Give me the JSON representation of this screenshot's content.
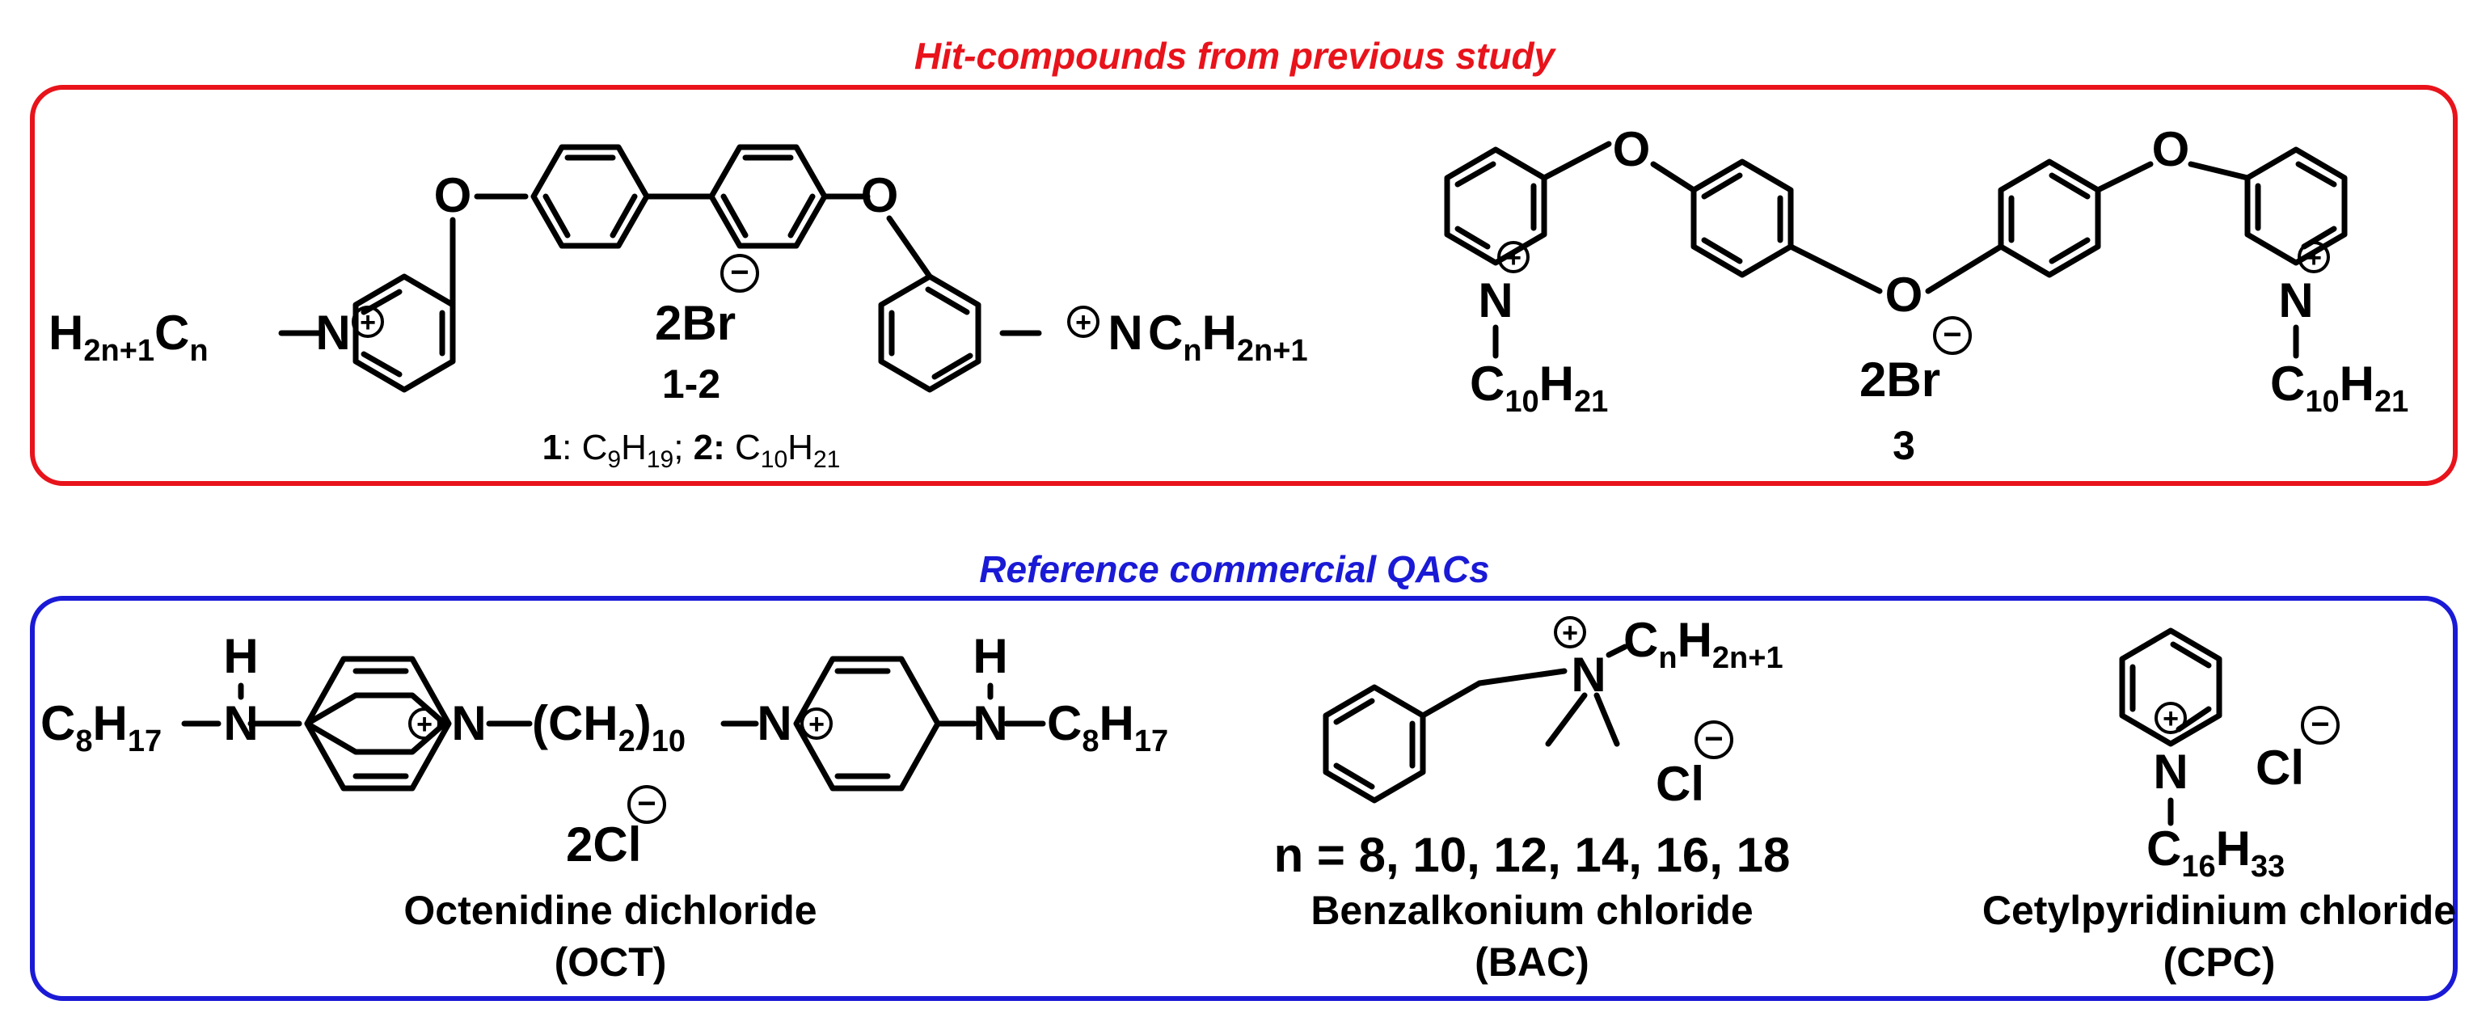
{
  "colors": {
    "section1": "#e8131b",
    "section2": "#1a1ad6",
    "ink": "#000000"
  },
  "section1": {
    "title": "Hit-compounds from previous study",
    "compound_12": {
      "label": "1-2",
      "counterion": "2Br",
      "left_chain": {
        "main": "H",
        "sub1": "2n+1",
        "mid": "C",
        "sub2": "n"
      },
      "right_chain": {
        "main": "C",
        "sub1": "n",
        "mid": "H",
        "sub2": "2n+1"
      },
      "caption": {
        "k1": "1",
        "t1": ": C",
        "s1": "9",
        "t2": "H",
        "s2": "19",
        "t3": "; ",
        "k2": "2:",
        "t4": " C",
        "s3": "10",
        "t5": "H",
        "s4": "21"
      }
    },
    "compound_3": {
      "label": "3",
      "counterion": "2Br",
      "chain": {
        "main": "C",
        "sub1": "10",
        "mid": "H",
        "sub2": "21"
      }
    }
  },
  "section2": {
    "title": "Reference commercial QACs",
    "oct": {
      "name": "Octenidine dichloride",
      "abbr": "(OCT)",
      "counterion": "2Cl",
      "alkyl": {
        "main": "C",
        "sub1": "8",
        "mid": "H",
        "sub2": "17"
      },
      "linker": {
        "open": "(CH",
        "sub1": "2",
        "close": ")",
        "sub2": "10"
      }
    },
    "bac": {
      "name": "Benzalkonium chloride",
      "abbr": "(BAC)",
      "counterion": "Cl",
      "n_values": "n = 8, 10, 12, 14, 16, 18",
      "chain": {
        "main": "C",
        "sub1": "n",
        "mid": "H",
        "sub2": "2n+1"
      }
    },
    "cpc": {
      "name": "Cetylpyridinium chloride",
      "abbr": "(CPC)",
      "counterion": "Cl",
      "chain": {
        "main": "C",
        "sub1": "16",
        "mid": "H",
        "sub2": "33"
      }
    }
  },
  "atoms": {
    "O": "O",
    "N": "N",
    "H": "H"
  },
  "charges": {
    "plus": "+",
    "minus": "−"
  }
}
